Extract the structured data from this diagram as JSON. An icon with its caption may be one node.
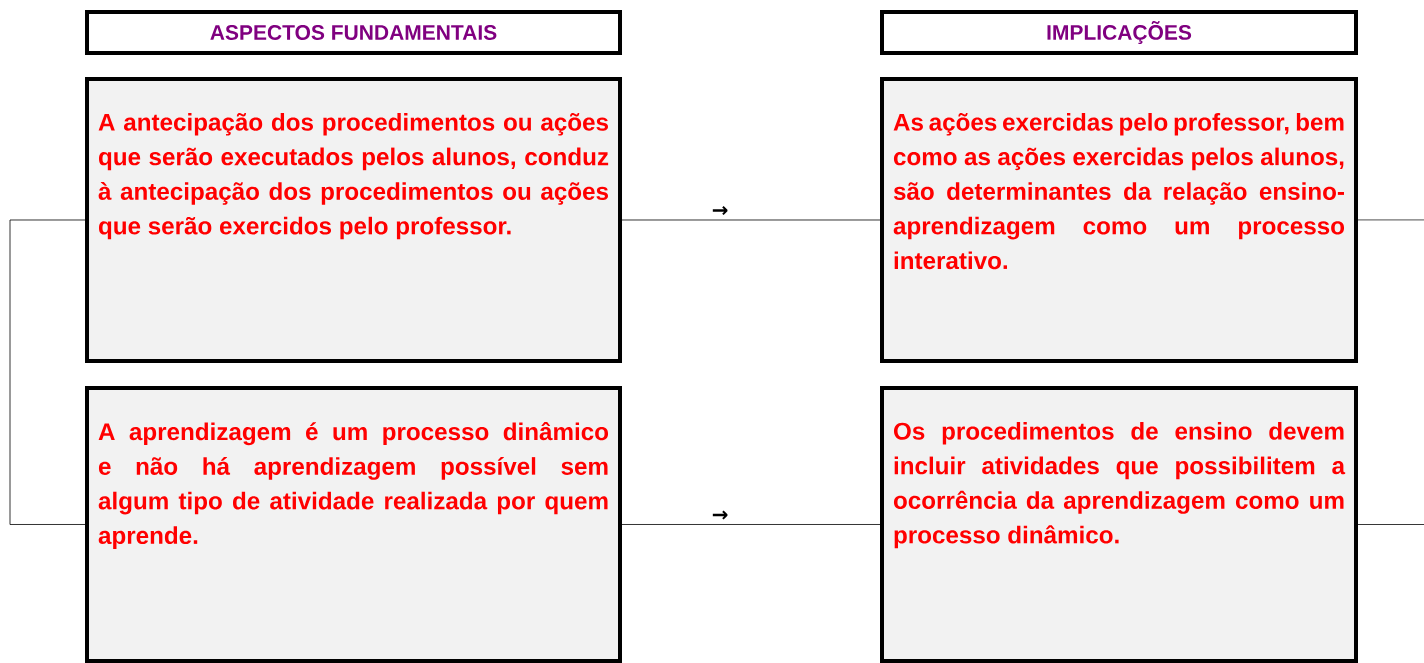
{
  "diagram": {
    "nodes": [
      {
        "text": [
          "ASPECTOS FUNDAMENTAIS"
        ]
      },
      {
        "text": [
          "IMPLICAÇÕES"
        ]
      },
      {
        "text": [
          "A antecipação dos procedimentos ou ações que serão executados pelos alunos, conduz à antecipação dos procedimentos ou ações que serão exercidos pelo professor."
        ]
      },
      {
        "text": [
          "As ações exercidas pelo professor, bem como as ações exercidas pelos alunos, são determinantes da relação ensino-aprendizagem como um processo interativo."
        ]
      },
      {
        "text": [
          "A aprendizagem é um processo dinâmico e não há aprendizagem possível sem algum tipo de atividade realizada por quem aprende."
        ]
      },
      {
        "text": [
          "Os procedimentos de ensino devem incluir atividades que possibilitem a ocorrência da aprendizagem como um processo dinâmico."
        ]
      }
    ],
    "edges": [
      {
        "from": 2,
        "to": 3,
        "arrow": "none",
        "label": "→"
      },
      {
        "from": 4,
        "to": 5,
        "arrow": "none",
        "label": "→"
      },
      {
        "from": 2,
        "to": 4,
        "arrow": "none"
      },
      {
        "from": 3,
        "to": null,
        "arrow": "none"
      },
      {
        "from": 5,
        "to": null,
        "arrow": "none"
      }
    ]
  }
}
